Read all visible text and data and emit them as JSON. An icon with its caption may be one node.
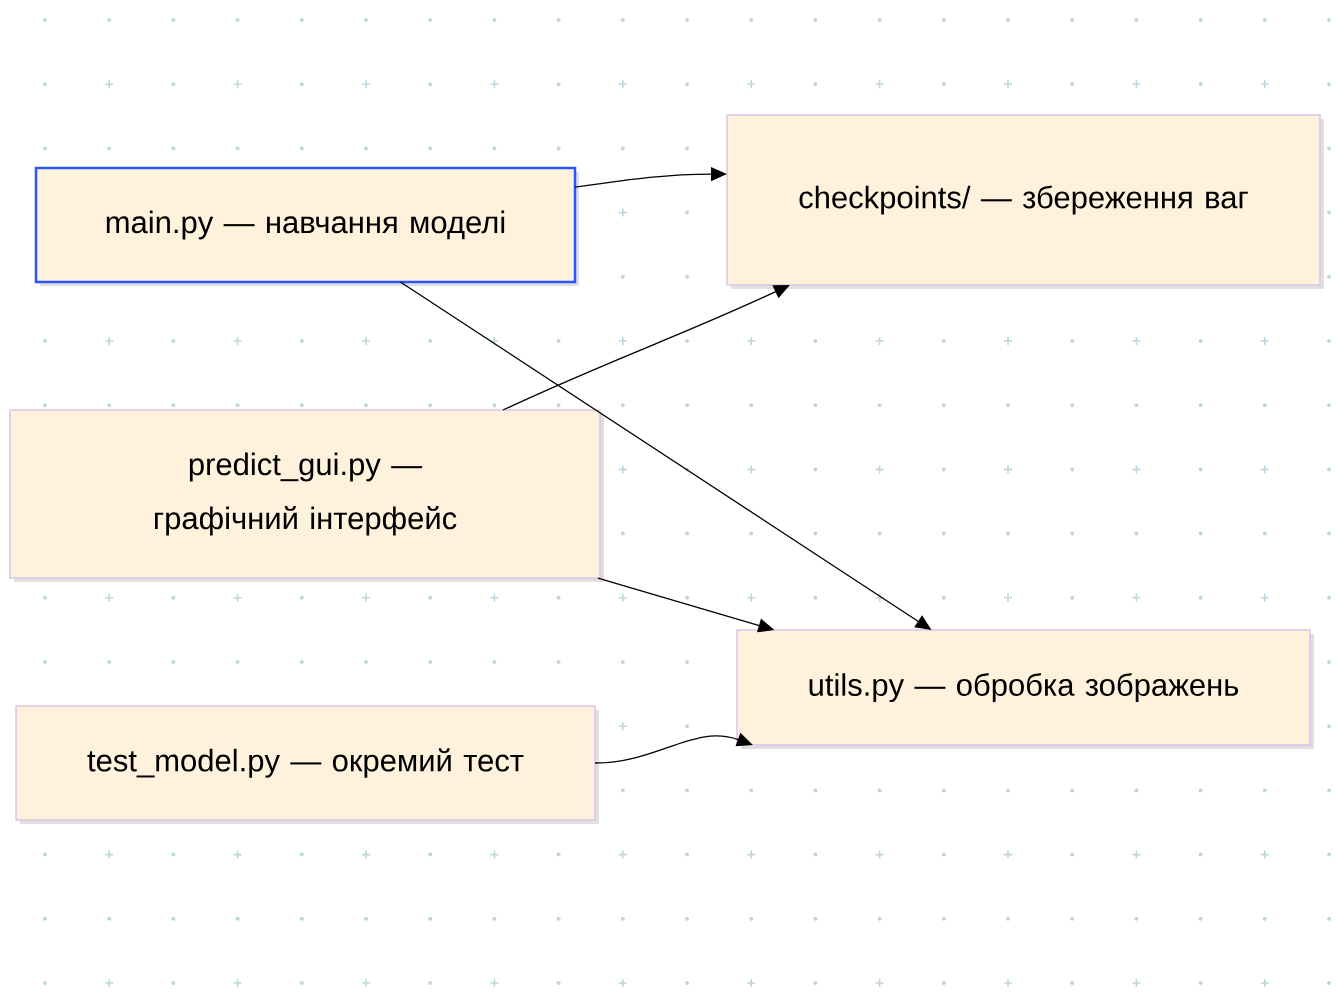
{
  "diagram": {
    "nodes": [
      {
        "text": [
          "main.py — навчання моделі"
        ]
      },
      {
        "text": [
          "checkpoints/ — збереження ваг"
        ]
      },
      {
        "text": [
          "predict_gui.py — графічний інтерфейс"
        ]
      },
      {
        "text": [
          "utils.py — обробка зображень"
        ]
      },
      {
        "text": [
          "test_model.py — окремий тест"
        ]
      }
    ],
    "edges": [
      {
        "from": 0,
        "to": 1,
        "arrow": "to"
      },
      {
        "from": 0,
        "to": 3,
        "arrow": "to"
      },
      {
        "from": 2,
        "to": 1,
        "arrow": "to"
      },
      {
        "from": 2,
        "to": 3,
        "arrow": "to"
      },
      {
        "from": 4,
        "to": 3,
        "arrow": "to"
      }
    ]
  }
}
